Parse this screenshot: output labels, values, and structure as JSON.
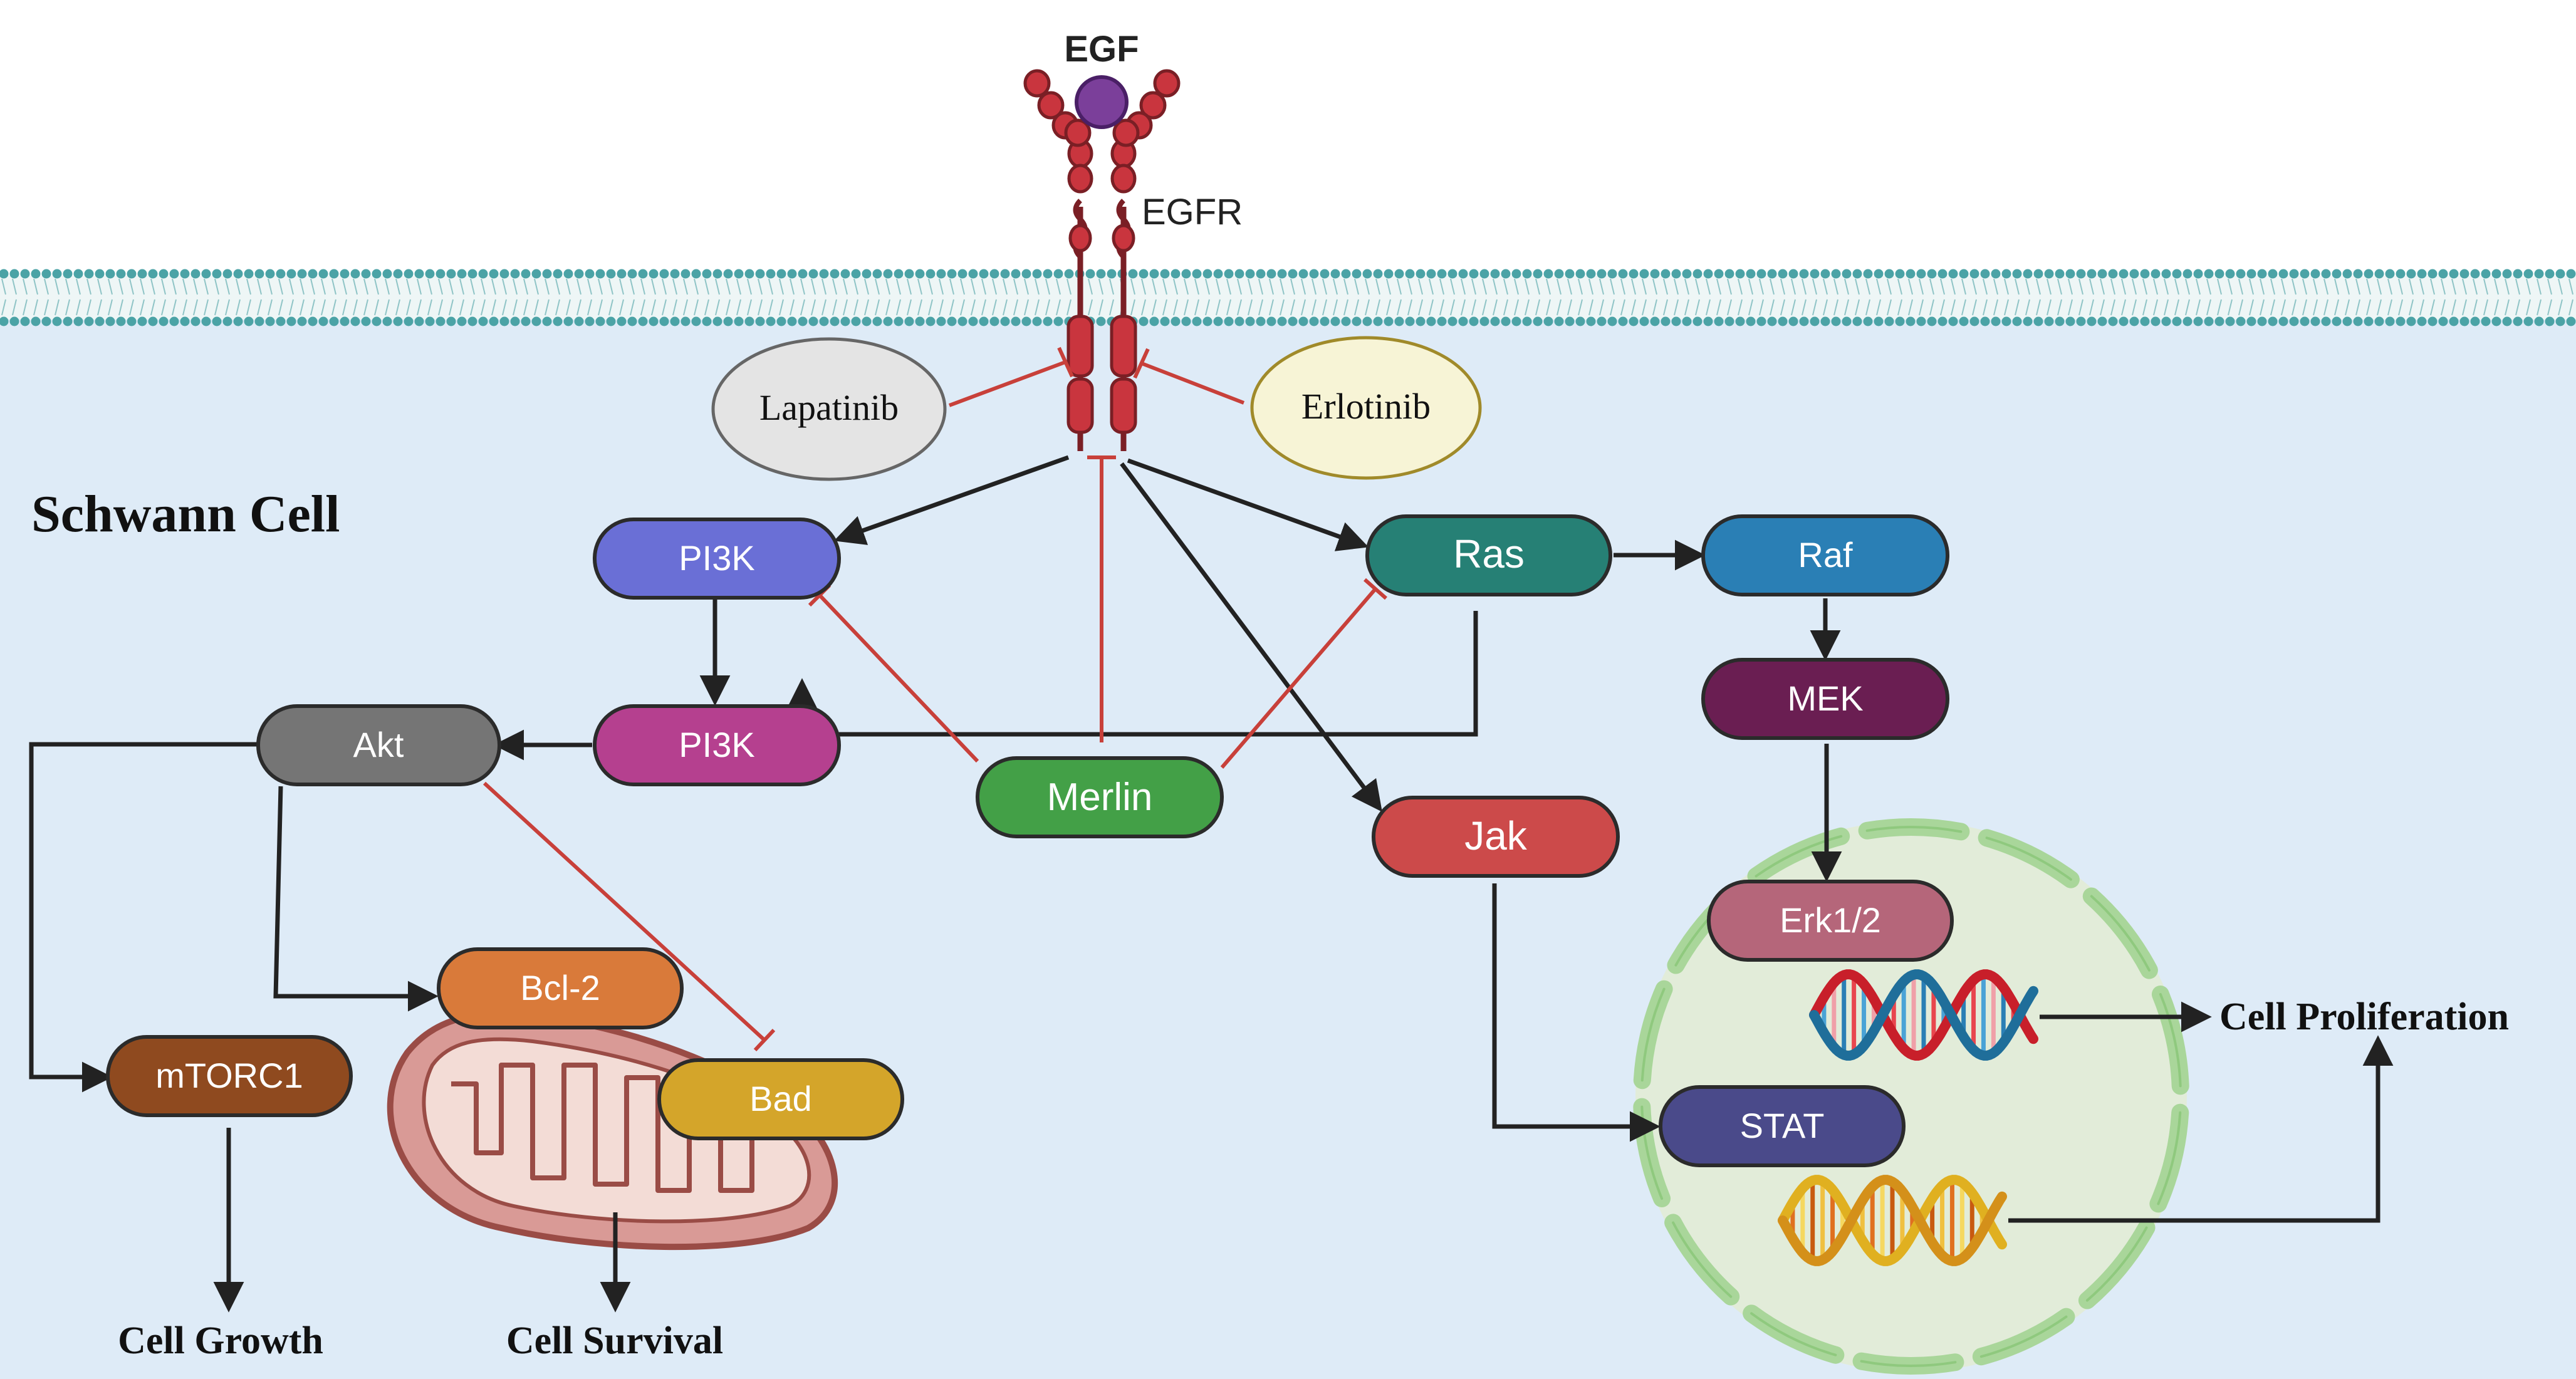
{
  "ligand": {
    "label": "EGF"
  },
  "receptor": {
    "label": "EGFR"
  },
  "cell": {
    "label": "Schwann Cell"
  },
  "drugs": {
    "lapatinib": "Lapatinib",
    "erlotinib": "Erlotinib"
  },
  "nodes": {
    "pi3k_top": "PI3K",
    "pi3k_bottom": "PI3K",
    "akt": "Akt",
    "merlin": "Merlin",
    "ras": "Ras",
    "raf": "Raf",
    "mek": "MEK",
    "jak": "Jak",
    "erk": "Erk1/2",
    "stat": "STAT",
    "bcl2": "Bcl-2",
    "bad": "Bad",
    "mtorc1": "mTORC1"
  },
  "outcomes": {
    "growth": "Cell Growth",
    "survival": "Cell Survival",
    "proliferation": "Cell Proliferation"
  },
  "colors": {
    "cytoplasm": "#deebf7",
    "membrane_head": "#4ba3a6",
    "receptor": "#c9353e",
    "inhibition": "#c8403a",
    "activation": "#222222",
    "pi3k_top": "#6a6fd6",
    "pi3k_bottom": "#b5408f",
    "akt": "#757575",
    "merlin": "#43a047",
    "ras": "#268075",
    "raf": "#2a7fb5",
    "mek": "#6a1e52",
    "jak": "#cc4a4a",
    "erk": "#b5667a",
    "stat": "#4a4a8a",
    "bcl2": "#d97a3a",
    "bad": "#d4a52a",
    "mtorc1": "#8f4a1f",
    "nucleus": "#e2ecd9",
    "nucleus_envelope": "#a9d69a",
    "mitochondrion": "#d99a96"
  }
}
